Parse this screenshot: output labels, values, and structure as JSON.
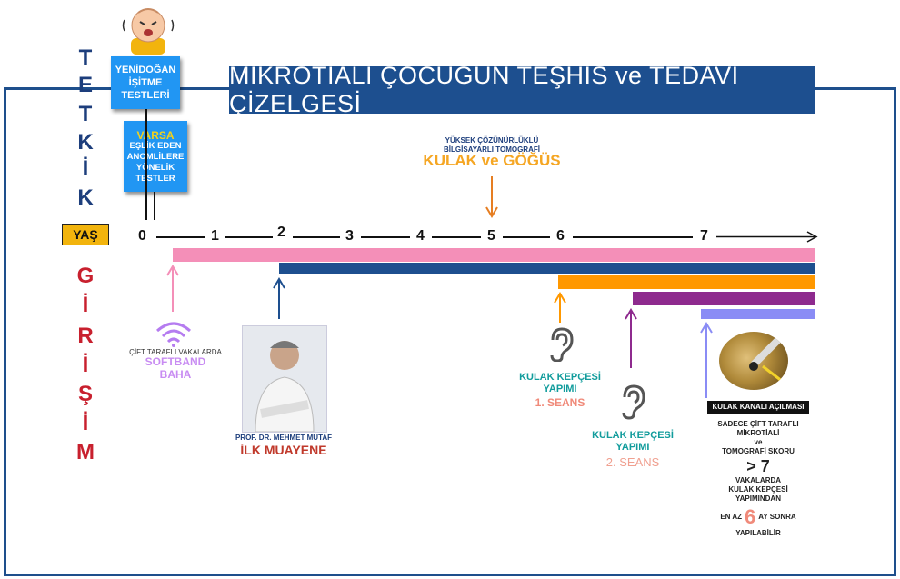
{
  "title": "MİKROTİALI ÇOCUĞUN  TEŞHİS  ve  TEDAVİ ÇİZELGESİ",
  "side_labels": {
    "tetkik": [
      "T",
      "E",
      "T",
      "K",
      "İ",
      "K"
    ],
    "yas": "YAŞ",
    "girisim": [
      "G",
      "İ",
      "R",
      "İ",
      "Ş",
      "İ",
      "M"
    ]
  },
  "boxes": {
    "newborn": "YENİDOĞAN İŞİTME TESTLERİ",
    "varsa": "VARSA",
    "anomalies": "EŞLİK EDEN ANOMLİLERE YÖNELİK TESTLER"
  },
  "tomography": {
    "line1": "YÜKSEK ÇÖZÜNÜRLÜKLÜ",
    "line2": "BİLGİSAYARLI TOMOGRAFİ",
    "headline": "KULAK ve GÖĞÜS"
  },
  "ages": [
    "0",
    "1",
    "2",
    "3",
    "4",
    "5",
    "6",
    "7"
  ],
  "softband": {
    "caption": "ÇİFT TARAFLI VAKALARDA",
    "line1": "SOFTBAND",
    "line2": "BAHA"
  },
  "doctor": {
    "name": "PROF. DR. MEHMET MUTAF",
    "label": "İLK MUAYENE"
  },
  "ear1": {
    "line1": "KULAK KEPÇESİ",
    "line2": "YAPIMI",
    "session": "1. SEANS"
  },
  "ear2": {
    "line1": "KULAK KEPÇESİ",
    "line2": "YAPIMI",
    "session": "2. SEANS"
  },
  "canal": {
    "heading": "KULAK KANALI AÇILMASI",
    "l1": "SADECE ÇİFT TARAFLI",
    "l2": "MİKROTİALİ",
    "l3": "ve",
    "l4": "TOMOGRAFİ  SKORU",
    "score": "> 7",
    "l5": "VAKALARDA",
    "l6": "KULAK KEPÇESİ",
    "l7": "YAPIMINDAN",
    "en_az": "EN AZ",
    "six": "6",
    "ay_sonra": "AY SONRA",
    "l8": "YAPILABİLİR"
  },
  "colors": {
    "pink": "#f48fb8",
    "navy": "#1d4f8f",
    "orange": "#ff9800",
    "purple": "#8e2a8e",
    "lavender": "#8a8cf5",
    "teal": "#119c9c"
  }
}
